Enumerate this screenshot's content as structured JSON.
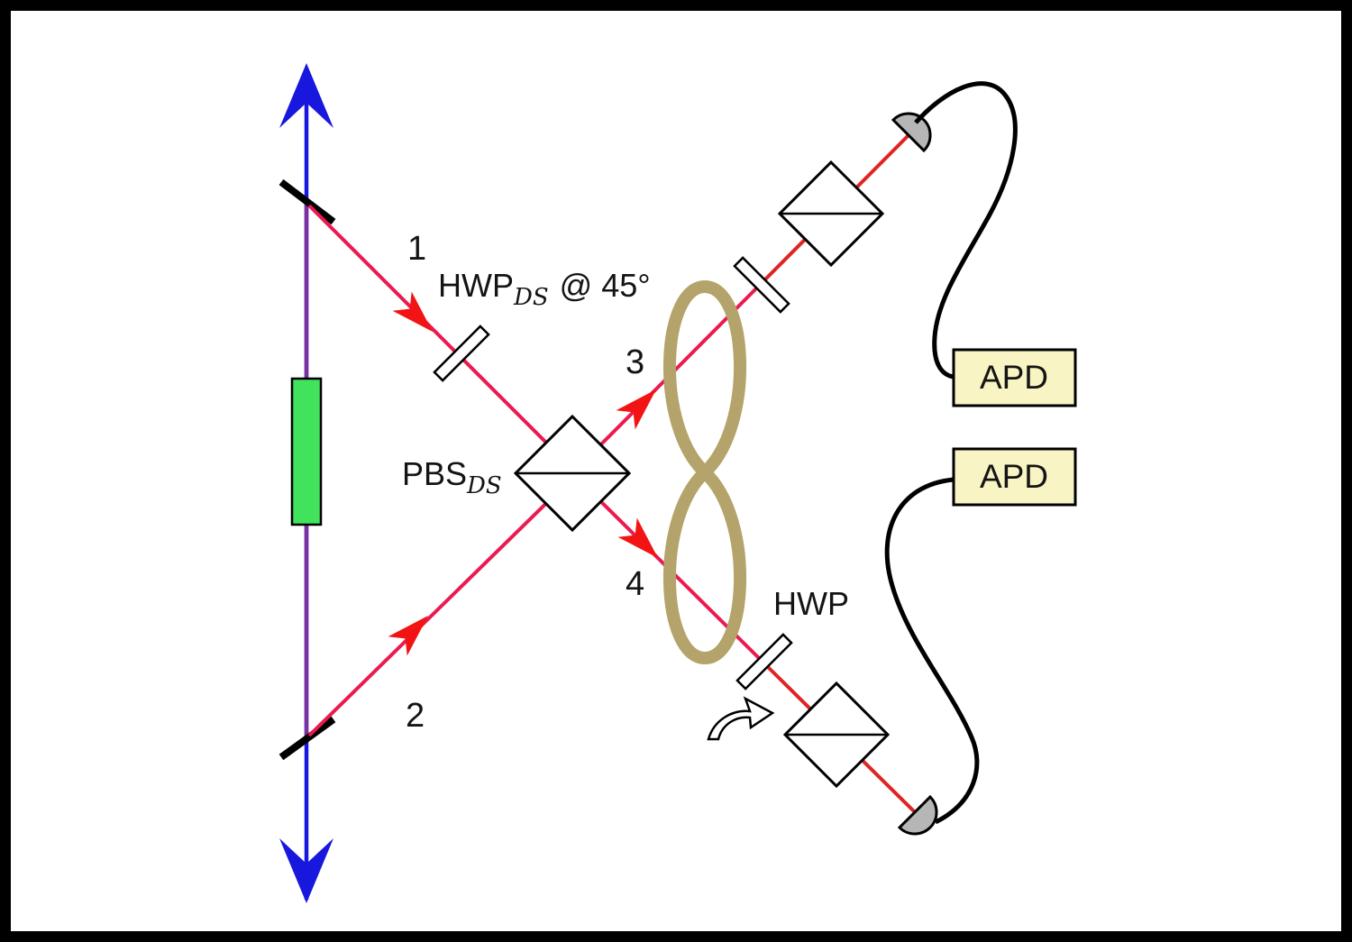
{
  "figure": {
    "labels": {
      "beam1": "1",
      "beam2": "2",
      "beam3": "3",
      "beam4": "4",
      "hwp_ds_main": "HWP",
      "hwp_ds_sub": "DS",
      "hwp_ds_suffix": "@ 45°",
      "pbs_ds_main": "PBS",
      "pbs_ds_sub": "DS",
      "hwp": "HWP",
      "apd_top": "APD",
      "apd_bottom": "APD"
    },
    "colors": {
      "pump_blue": "#1717dd",
      "pump_violet": "#7c2fa0",
      "beam_pink": "#eb1a50",
      "beam_red": "#df2424",
      "arrowhead_red": "#f21414",
      "crystal_green": "#42e35c",
      "fiber_tan": "#b4a36a",
      "detector_gray": "#b6b6b6",
      "apd_fill": "#f8f4c3"
    }
  }
}
